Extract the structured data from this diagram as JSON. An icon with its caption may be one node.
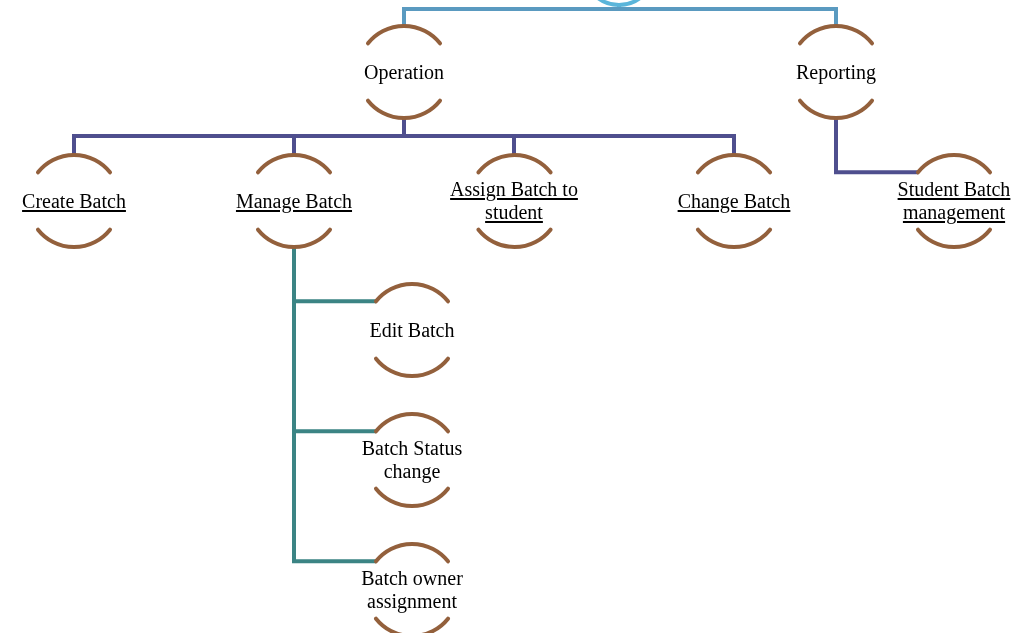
{
  "diagram": {
    "nodes": [
      {
        "text": [],
        "shape": "circle"
      },
      {
        "text": [
          "Operation"
        ]
      },
      {
        "text": [
          "Reporting"
        ]
      },
      {
        "text": [
          "Create Batch"
        ]
      },
      {
        "text": [
          "Manage Batch"
        ]
      },
      {
        "text": [
          "Assign Batch to student"
        ]
      },
      {
        "text": [
          "Change Batch"
        ]
      },
      {
        "text": [
          "Student Batch management"
        ]
      },
      {
        "text": [
          "Edit Batch"
        ]
      },
      {
        "text": [
          "Batch Status change"
        ]
      },
      {
        "text": [
          "Batch owner assignment"
        ]
      }
    ],
    "edges": [
      {
        "from": 0,
        "to": 1,
        "arrow": "none",
        "color": "#5a9ac0"
      },
      {
        "from": 0,
        "to": 2,
        "arrow": "none",
        "color": "#5a9ac0"
      },
      {
        "from": 1,
        "to": 3,
        "arrow": "none"
      },
      {
        "from": 1,
        "to": 4,
        "arrow": "none"
      },
      {
        "from": 1,
        "to": 5,
        "arrow": "none"
      },
      {
        "from": 1,
        "to": 6,
        "arrow": "none"
      },
      {
        "from": 2,
        "to": 7,
        "arrow": "none"
      },
      {
        "from": 4,
        "to": 8,
        "arrow": "none",
        "color": "#3b8484"
      },
      {
        "from": 4,
        "to": 9,
        "arrow": "none",
        "color": "#3b8484"
      },
      {
        "from": 4,
        "to": 10,
        "arrow": "none",
        "color": "#3b8484"
      }
    ]
  }
}
